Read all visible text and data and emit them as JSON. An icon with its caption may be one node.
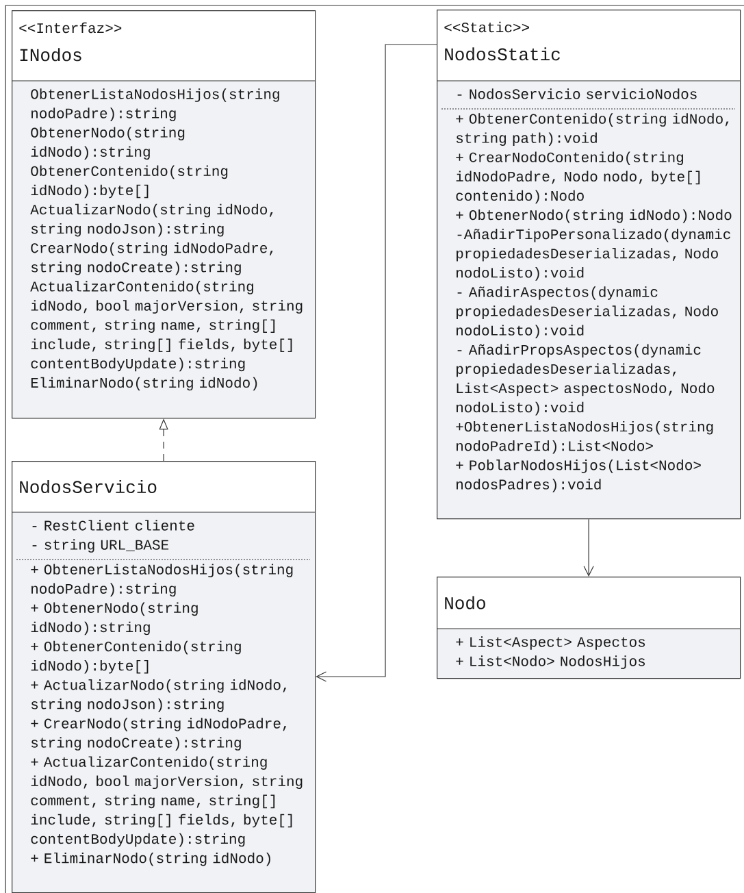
{
  "diagram": {
    "nodes": [
      {
        "text": [
          "<<Interfaz>>",
          "INodos",
          "ObtenerListaNodosHijos(string nodoPadre):string",
          "ObtenerNodo(string idNodo):string",
          "ObtenerContenido(string idNodo):byte[]",
          "ActualizarNodo(string idNodo, string nodoJson):string",
          "CrearNodo(string idNodoPadre, string nodoCreate):string",
          "ActualizarContenido(string idNodo, bool majorVersion, string comment, string name, string[] include, string[] fields, byte[] contentBodyUpdate):string",
          "EliminarNodo(string idNodo)"
        ]
      },
      {
        "text": [
          "<<Static>>",
          "NodosStatic",
          "- NodosServicio servicioNodos",
          "+ ObtenerContenido(string idNodo, string path):void",
          "+ CrearNodoContenido(string idNodoPadre, Nodo nodo, byte[] contenido):Nodo",
          "+ ObtenerNodo(string idNodo):Nodo",
          "-AñadirTipoPersonalizado(dynamic propiedadesDeserializadas, Nodo nodoListo):void",
          "- AñadirAspectos(dynamic propiedadesDeserializadas, Nodo nodoListo):void",
          "- AñadirPropsAspectos(dynamic propiedadesDeserializadas, List<Aspect> aspectosNodo, Nodo nodoListo):void",
          "+ObtenerListaNodosHijos(string nodoPadreId):List<Nodo>",
          "+ PoblarNodosHijos(List<Nodo> nodosPadres):void"
        ]
      },
      {
        "text": [
          "NodosServicio",
          "- RestClient cliente",
          "- string URL_BASE",
          "+ ObtenerListaNodosHijos(string nodoPadre):string",
          "+ ObtenerNodo(string idNodo):string",
          "+ ObtenerContenido(string idNodo):byte[]",
          "+ ActualizarNodo(string idNodo, string nodoJson):string",
          "+ CrearNodo(string idNodoPadre, string nodoCreate):string",
          "+ ActualizarContenido(string idNodo, bool majorVersion, string comment, string name, string[] include, string[] fields, byte[] contentBodyUpdate):string",
          "+ EliminarNodo(string idNodo)"
        ]
      },
      {
        "text": [
          "Nodo",
          "+ List<Aspect> Aspectos",
          "+ List<Nodo> NodosHijos"
        ]
      }
    ],
    "edges": [
      {
        "from": 2,
        "to": 0,
        "arrow": "to",
        "style": "dashed"
      },
      {
        "from": 1,
        "to": 2,
        "arrow": "to"
      },
      {
        "from": 1,
        "to": 3,
        "arrow": "to"
      }
    ]
  }
}
